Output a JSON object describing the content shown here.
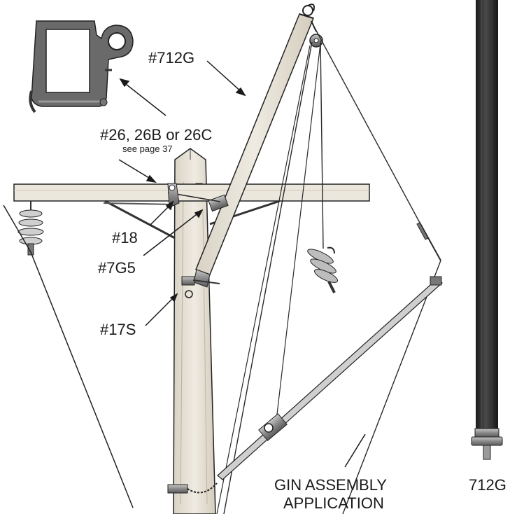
{
  "labels": {
    "gin_pole": "#712G",
    "block": "#26, 26B or 26C",
    "block_note": "see page 37",
    "hook": "#18",
    "clamp": "#7G5",
    "strap": "#17S",
    "pole_caption": "712G",
    "caption_line1": "GIN ASSEMBLY",
    "caption_line2": "APPLICATION"
  },
  "colors": {
    "ink": "#1a1a1a",
    "wood": "#e9e4da",
    "pole_dark": "#2a2a2a",
    "metal": "#8c8c8c"
  },
  "icons": {
    "block_photo": "rope-block-icon",
    "insulator": "insulator-icon",
    "pulley": "pulley-icon"
  }
}
